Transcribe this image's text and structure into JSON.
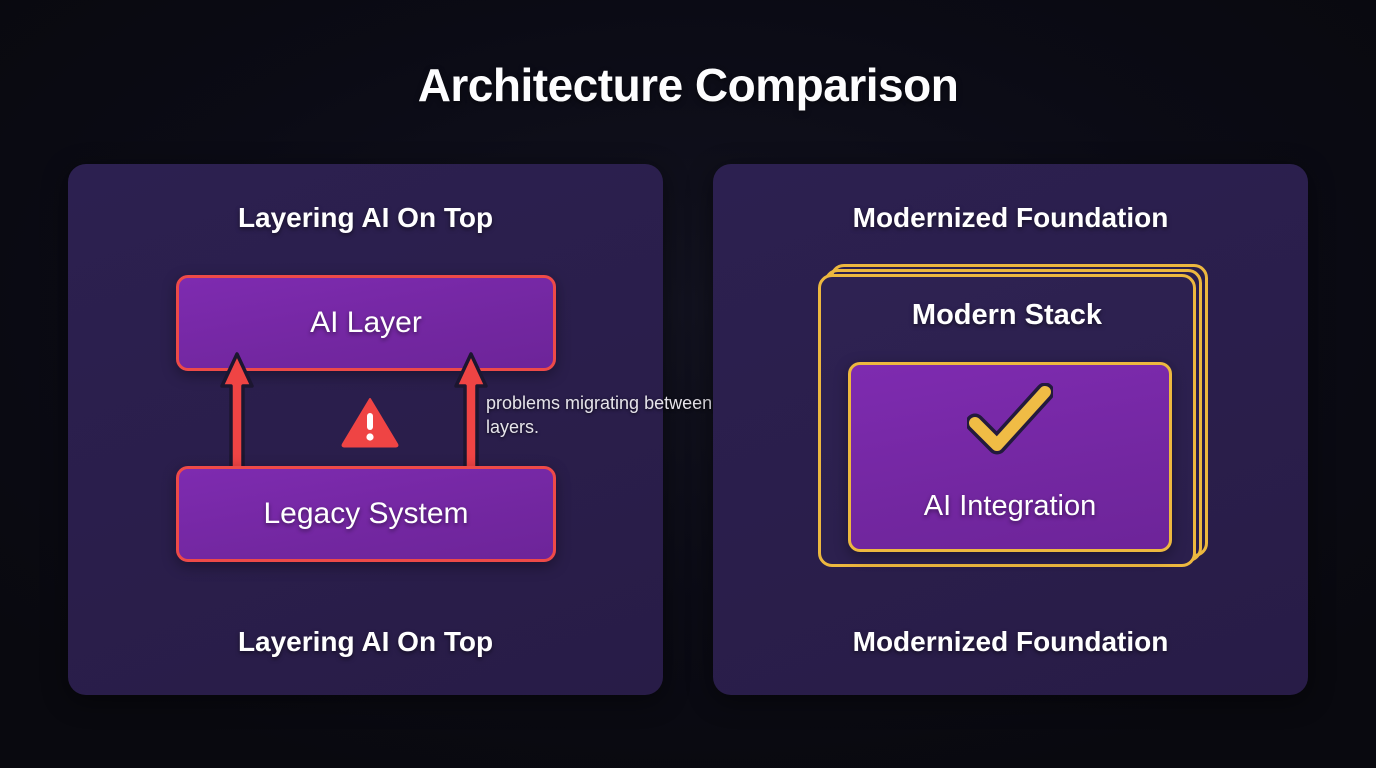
{
  "page": {
    "title": "Architecture Comparison",
    "background_color": "#0c0c18"
  },
  "colors": {
    "panel_background": "#2b1f4b",
    "box_purple": "#7327a1",
    "danger_red": "#ee4a48",
    "accent_gold": "#edb83f",
    "text_primary": "#ffffff",
    "text_muted": "#e6e4ea"
  },
  "panels": [
    {
      "id": "layering-ai-on-top",
      "heading": "Layering AI On Top",
      "caption": "Layering AI On Top",
      "top_box_label": "AI Layer",
      "bottom_box_label": "Legacy System",
      "annotation": "problems migrating between layers.",
      "warning_icon": "warning-triangle-icon",
      "arrow_icon": "arrow-up-icon",
      "arrow_count": 2,
      "accent": "#ee4a48"
    },
    {
      "id": "modernized-foundation",
      "heading": "Modernized Foundation",
      "caption": "Modernized Foundation",
      "stack_label": "Modern Stack",
      "inner_box_label": "AI Integration",
      "check_icon": "check-mark-icon",
      "stack_layer_count": 3,
      "accent": "#edb83f"
    }
  ]
}
